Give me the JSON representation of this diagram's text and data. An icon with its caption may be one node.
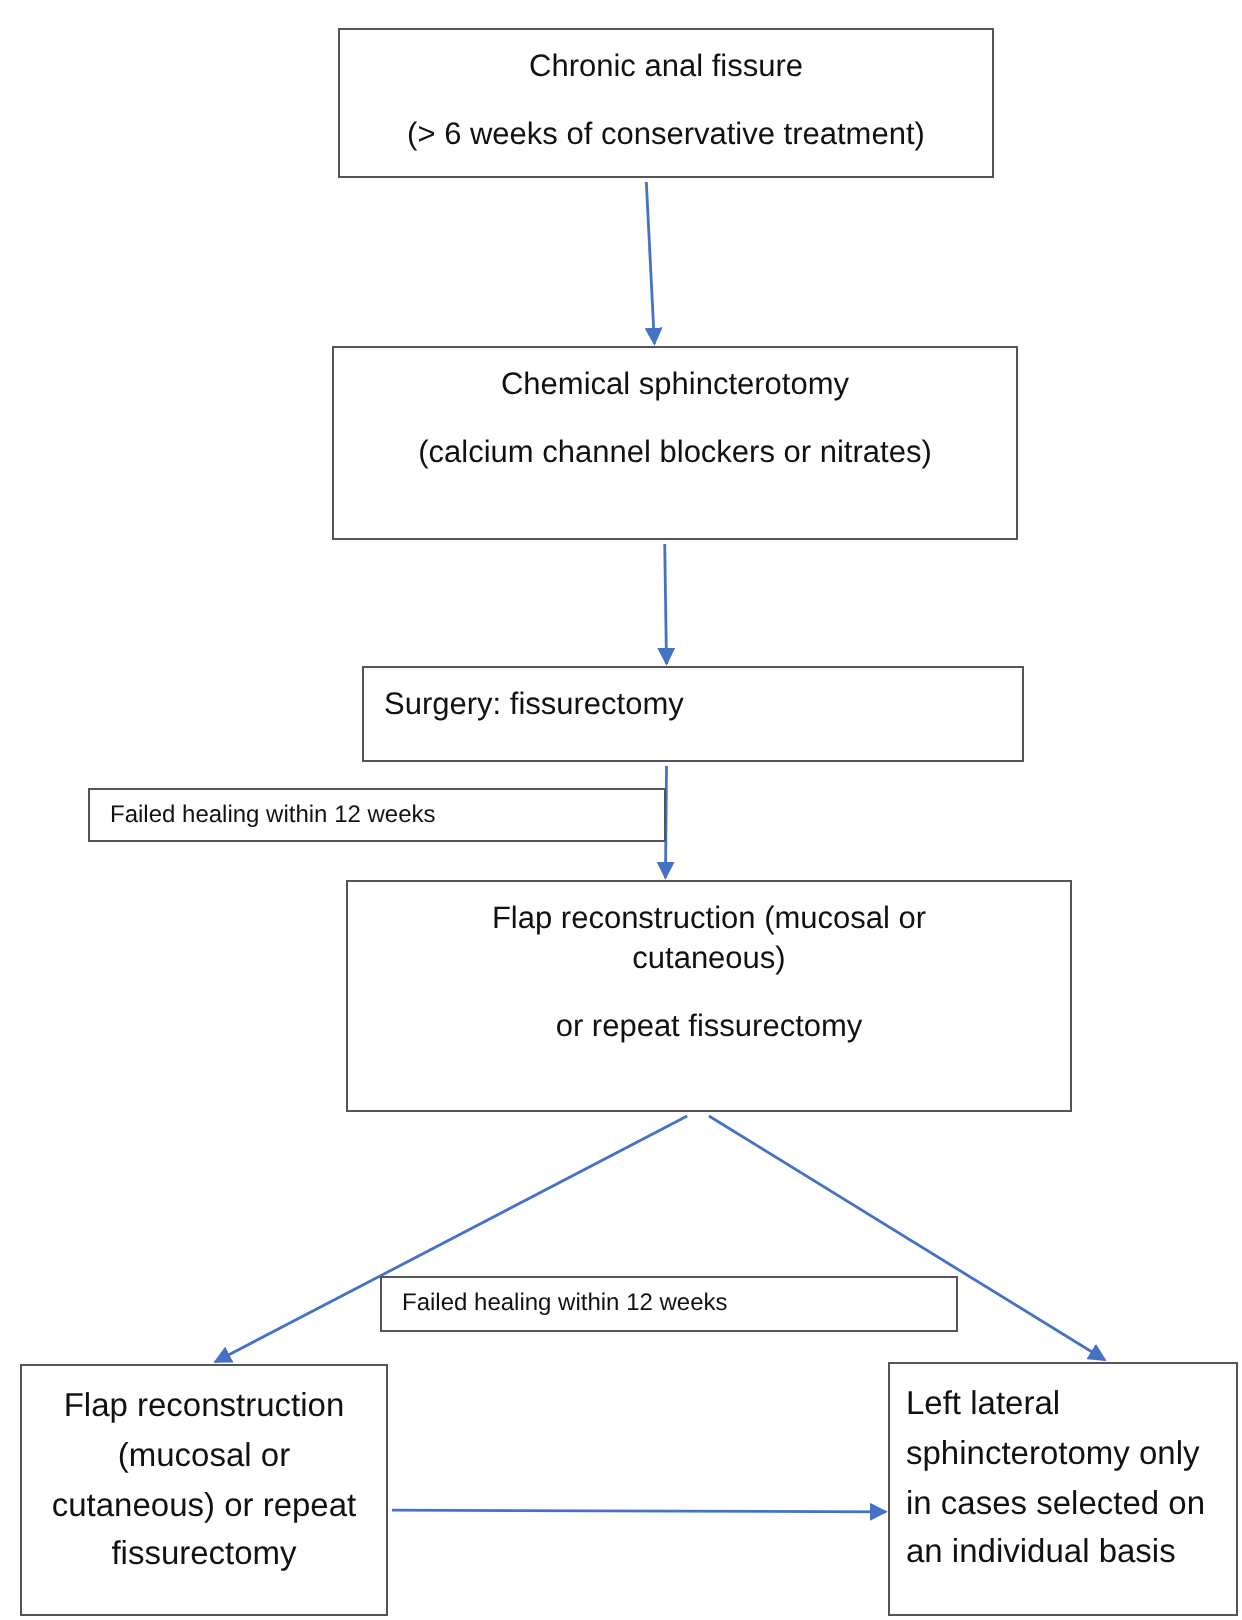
{
  "diagram": {
    "nodes": [
      {
        "text": [
          "Chronic anal fissure",
          "(> 6 weeks of conservative treatment)"
        ]
      },
      {
        "text": [
          "Chemical sphincterotomy",
          "(calcium channel blockers or nitrates)"
        ]
      },
      {
        "text": [
          "Surgery: fissurectomy"
        ]
      },
      {
        "text": [
          "Failed healing within 12 weeks"
        ]
      },
      {
        "text": [
          "Flap reconstruction (mucosal or cutaneous)",
          "or repeat fissurectomy"
        ]
      },
      {
        "text": [
          "Failed healing within 12 weeks"
        ]
      },
      {
        "text": [
          "Flap reconstruction (mucosal or cutaneous) or repeat fissurectomy"
        ]
      },
      {
        "text": [
          "Left lateral sphincterotomy only in cases selected on an individual basis"
        ]
      }
    ],
    "edges": [
      {
        "from": 0,
        "to": 1,
        "arrow": "to"
      },
      {
        "from": 1,
        "to": 2,
        "arrow": "to"
      },
      {
        "from": 2,
        "to": 4,
        "arrow": "to"
      },
      {
        "from": 4,
        "to": 6,
        "arrow": "to"
      },
      {
        "from": 4,
        "to": 7,
        "arrow": "to"
      },
      {
        "from": 6,
        "to": 7,
        "arrow": "to"
      }
    ]
  }
}
